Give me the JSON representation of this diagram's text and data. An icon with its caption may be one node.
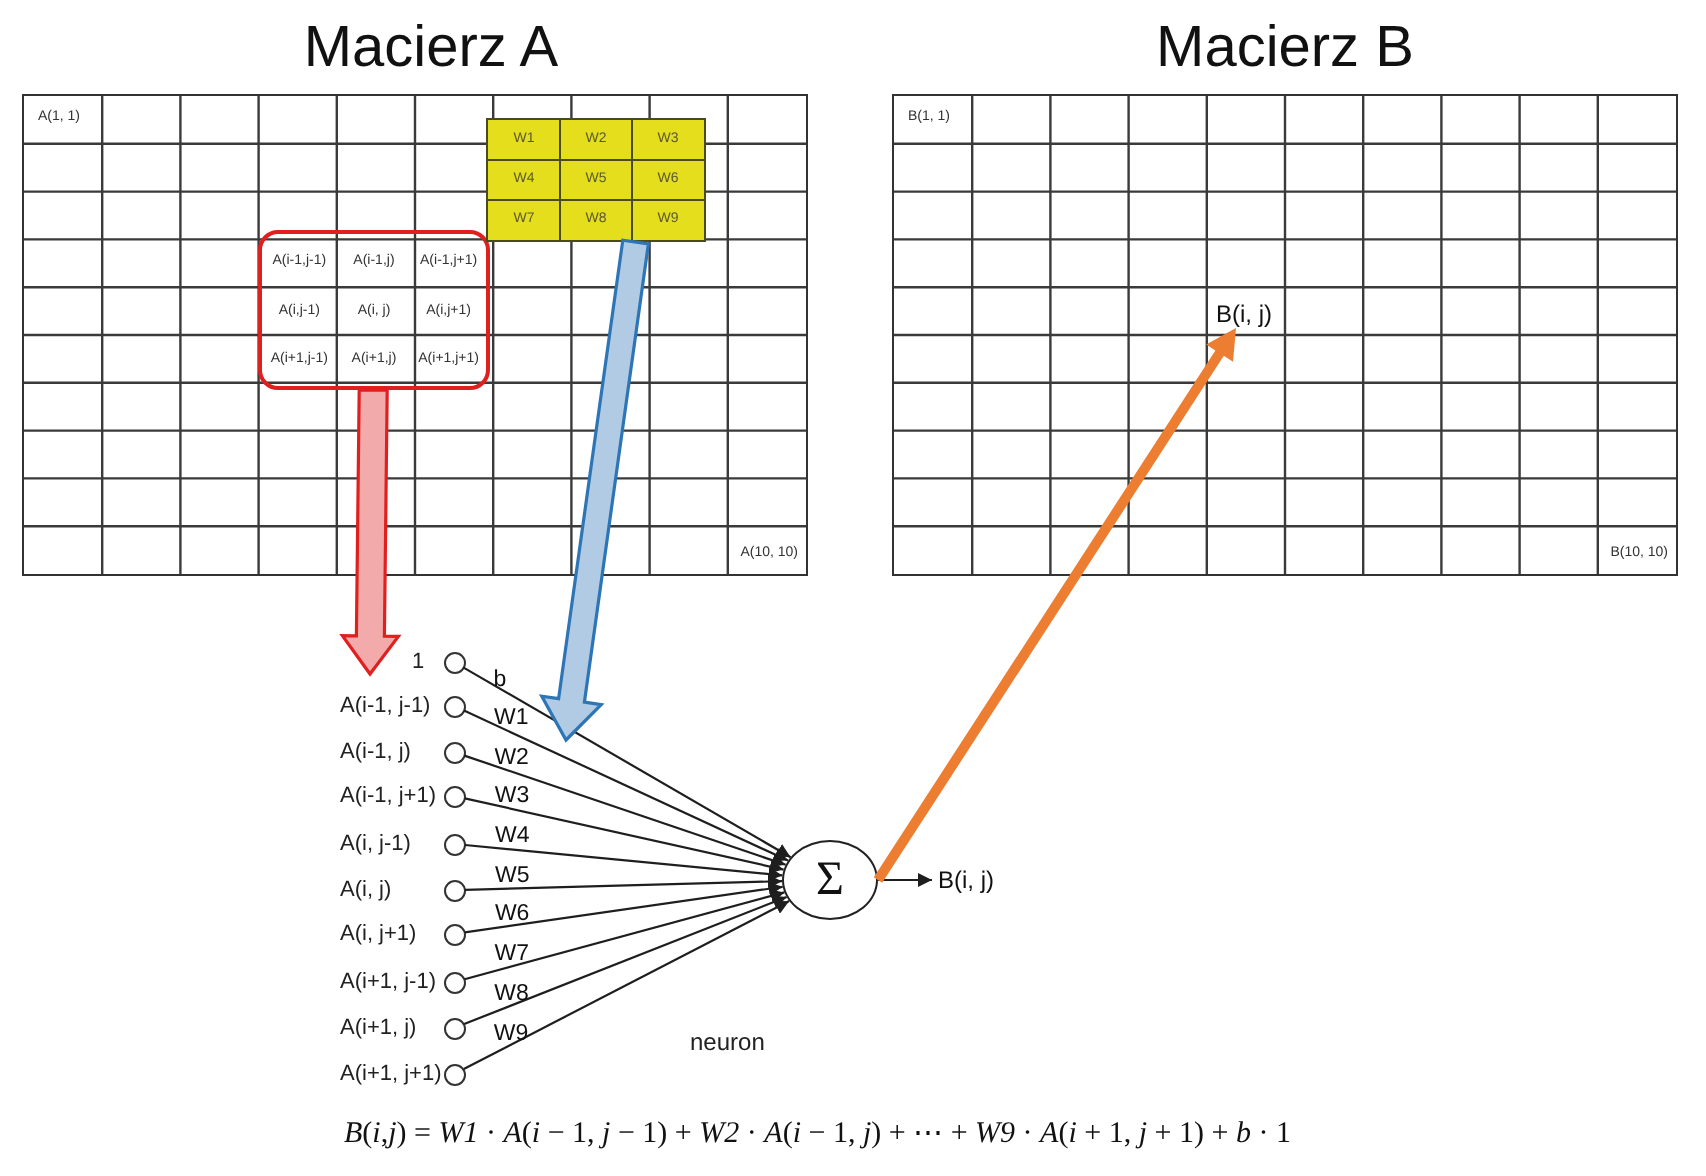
{
  "diagram": {
    "nodes": [
      {
        "text": [
          "Macierz A",
          "A(1, 1)",
          "A(10, 10)"
        ]
      },
      {
        "text": [
          "A(i-1,j-1)",
          "A(i-1,j)",
          "A(i-1,j+1)",
          "A(i,j-1)",
          "A(i, j)",
          "A(i,j+1)",
          "A(i+1,j-1)",
          "A(i+1,j)",
          "A(i+1,j+1)"
        ],
        "in": 0
      },
      {
        "text": [
          "W1",
          "W2",
          "W3",
          "W4",
          "W5",
          "W6",
          "W7",
          "W8",
          "W9"
        ],
        "in": 0
      },
      {
        "text": [
          "Macierz B",
          "B(1, 1)",
          "B(10, 10)"
        ]
      },
      {
        "text": [
          "B(i, j)"
        ],
        "in": 3
      },
      {
        "text": [],
        "shape": "circle",
        "beside": [
          "1"
        ]
      },
      {
        "text": [],
        "shape": "circle",
        "beside": [
          "A(i-1, j-1)"
        ]
      },
      {
        "text": [],
        "shape": "circle",
        "beside": [
          "A(i-1, j)"
        ]
      },
      {
        "text": [],
        "shape": "circle",
        "beside": [
          "A(i-1, j+1)"
        ]
      },
      {
        "text": [],
        "shape": "circle",
        "beside": [
          "A(i, j-1)"
        ]
      },
      {
        "text": [],
        "shape": "circle",
        "beside": [
          "A(i, j)"
        ]
      },
      {
        "text": [],
        "shape": "circle",
        "beside": [
          "A(i, j+1)"
        ]
      },
      {
        "text": [],
        "shape": "circle",
        "beside": [
          "A(i+1, j-1)"
        ]
      },
      {
        "text": [],
        "shape": "circle",
        "beside": [
          "A(i+1, j)"
        ]
      },
      {
        "text": [],
        "shape": "circle",
        "beside": [
          "A(i+1, j+1)"
        ]
      },
      {
        "text": [
          "Σ"
        ]
      },
      {
        "text": [
          "B(i, j)"
        ]
      }
    ],
    "edges": [
      {
        "from": 5,
        "to": 15,
        "arrow": "to",
        "label": "b"
      },
      {
        "from": 6,
        "to": 15,
        "arrow": "to",
        "label": "W1"
      },
      {
        "from": 7,
        "to": 15,
        "arrow": "to",
        "label": "W2"
      },
      {
        "from": 8,
        "to": 15,
        "arrow": "to",
        "label": "W3"
      },
      {
        "from": 9,
        "to": 15,
        "arrow": "to",
        "label": "W4"
      },
      {
        "from": 10,
        "to": 15,
        "arrow": "to",
        "label": "W5"
      },
      {
        "from": 11,
        "to": 15,
        "arrow": "to",
        "label": "W6"
      },
      {
        "from": 12,
        "to": 15,
        "arrow": "to",
        "label": "W7"
      },
      {
        "from": 13,
        "to": 15,
        "arrow": "to",
        "label": "W8"
      },
      {
        "from": 14,
        "to": 15,
        "arrow": "to",
        "label": "W9"
      },
      {
        "from": 15,
        "to": 16,
        "arrow": "to"
      },
      {
        "from": 1,
        "to": null,
        "arrow": "to",
        "style": "thick",
        "color": "#e0201f"
      },
      {
        "from": 2,
        "to": null,
        "arrow": "to",
        "style": "thick",
        "color": "#2e75b6"
      },
      {
        "from": 15,
        "to": 4,
        "arrow": "to",
        "style": "thick",
        "color": "#ed7d31"
      }
    ],
    "labels": [
      "neuron",
      "*B*(*i*,*j*) = *W1* · *A*(*i* − 1, *j* − 1) + *W2* · *A*(*i* − 1, *j*) + ⋯ + *W9* · *A*(*i* + 1, *j* + 1) + *b* · 1"
    ]
  }
}
